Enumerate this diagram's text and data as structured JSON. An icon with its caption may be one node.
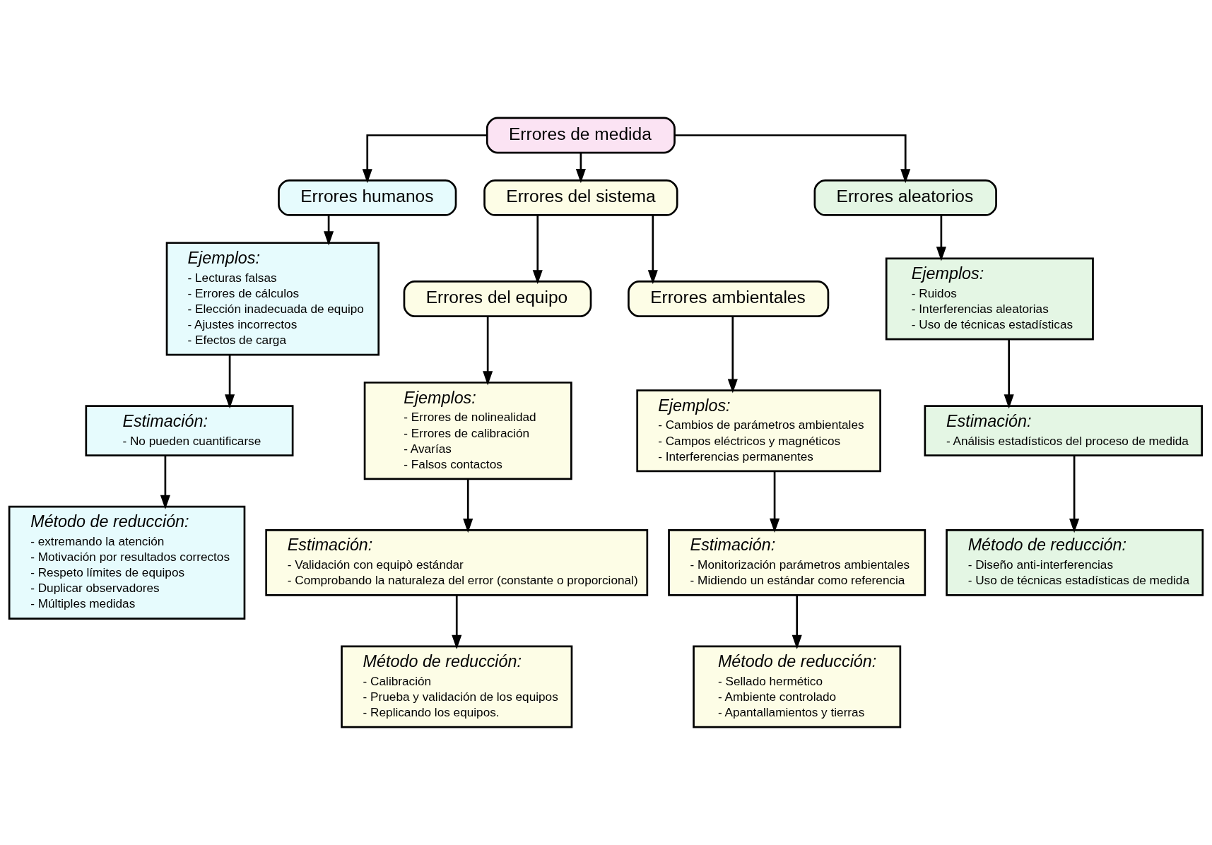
{
  "diagram": {
    "nodes": [
      {
        "text": [
          "Errores de medida"
        ]
      },
      {
        "text": [
          "Errores humanos"
        ]
      },
      {
        "text": [
          "Errores del sistema"
        ]
      },
      {
        "text": [
          "Errores aleatorios"
        ]
      },
      {
        "text": [
          "Errores del equipo"
        ]
      },
      {
        "text": [
          "Errores ambientales"
        ]
      },
      {
        "text": [
          "Ejemplos:",
          "- Lecturas falsas",
          "- Errores de cálculos",
          "- Elección inadecuada de equipo",
          "- Ajustes incorrectos",
          "- Efectos de carga"
        ]
      },
      {
        "text": [
          "Estimación:",
          "- No pueden cuantificarse"
        ]
      },
      {
        "text": [
          "Método de reducción:",
          "- extremando la atención",
          "- Motivación por resultados correctos",
          "- Respeto límites de equipos",
          "- Duplicar observadores",
          "- Múltiples medidas"
        ]
      },
      {
        "text": [
          "Ejemplos:",
          "- Errores de nolinealidad",
          "- Errores de calibración",
          "- Avarías",
          "- Falsos contactos"
        ]
      },
      {
        "text": [
          "Estimación:",
          "- Validación con equipò estándar",
          "- Comprobando la naturaleza del error (constante o proporcional)"
        ]
      },
      {
        "text": [
          "Método de reducción:",
          "- Calibración",
          "- Prueba y validación de los equipos",
          "- Replicando los equipos."
        ]
      },
      {
        "text": [
          "Ejemplos:",
          "- Cambios de parámetros ambientales",
          "- Campos eléctricos y magnéticos",
          "- Interferencias permanentes"
        ]
      },
      {
        "text": [
          "Estimación:",
          "- Monitorización parámetros ambientales",
          "- Midiendo un estándar como referencia"
        ]
      },
      {
        "text": [
          "Método de reducción:",
          "- Sellado hermético",
          "- Ambiente controlado",
          "- Apantallamientos y tierras"
        ]
      },
      {
        "text": [
          "Ejemplos:",
          "- Ruidos",
          "- Interferencias aleatorias",
          "- Uso de técnicas estadísticas"
        ]
      },
      {
        "text": [
          "Estimación:",
          "- Análisis estadísticos del proceso de medida"
        ]
      },
      {
        "text": [
          "Método de reducción:",
          "- Diseño anti-interferencias",
          "- Uso de técnicas estadísticas de medida"
        ]
      }
    ],
    "edges": [
      {
        "from": 0,
        "to": 1,
        "arrow": "to"
      },
      {
        "from": 0,
        "to": 2,
        "arrow": "to"
      },
      {
        "from": 0,
        "to": 3,
        "arrow": "to"
      },
      {
        "from": 2,
        "to": 4,
        "arrow": "to"
      },
      {
        "from": 2,
        "to": 5,
        "arrow": "to"
      },
      {
        "from": 1,
        "to": 6,
        "arrow": "to"
      },
      {
        "from": 6,
        "to": 7,
        "arrow": "to"
      },
      {
        "from": 7,
        "to": 8,
        "arrow": "to"
      },
      {
        "from": 4,
        "to": 9,
        "arrow": "to"
      },
      {
        "from": 9,
        "to": 10,
        "arrow": "to"
      },
      {
        "from": 10,
        "to": 11,
        "arrow": "to"
      },
      {
        "from": 5,
        "to": 12,
        "arrow": "to"
      },
      {
        "from": 12,
        "to": 13,
        "arrow": "to"
      },
      {
        "from": 13,
        "to": 14,
        "arrow": "to"
      },
      {
        "from": 3,
        "to": 15,
        "arrow": "to"
      },
      {
        "from": 15,
        "to": 16,
        "arrow": "to"
      },
      {
        "from": 16,
        "to": 17,
        "arrow": "to"
      }
    ]
  }
}
